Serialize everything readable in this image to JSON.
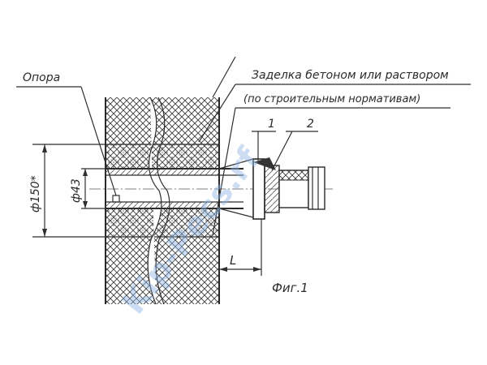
{
  "labels": {
    "support": "Опора",
    "grout_line1": "Заделка бетоном или раствором",
    "grout_line2": "(по строительным нормативам)",
    "callout_1": "1",
    "callout_2": "2",
    "dim_outer": "ф150*",
    "dim_inner": "ф43",
    "dim_length": "L",
    "figure": "Фиг.1"
  },
  "watermark": "Kip-Pecs.rf",
  "colors": {
    "line": "#2f2f2f",
    "hatch": "#3a3a3a",
    "watermark": "#8fb6e6",
    "background": "#ffffff"
  }
}
